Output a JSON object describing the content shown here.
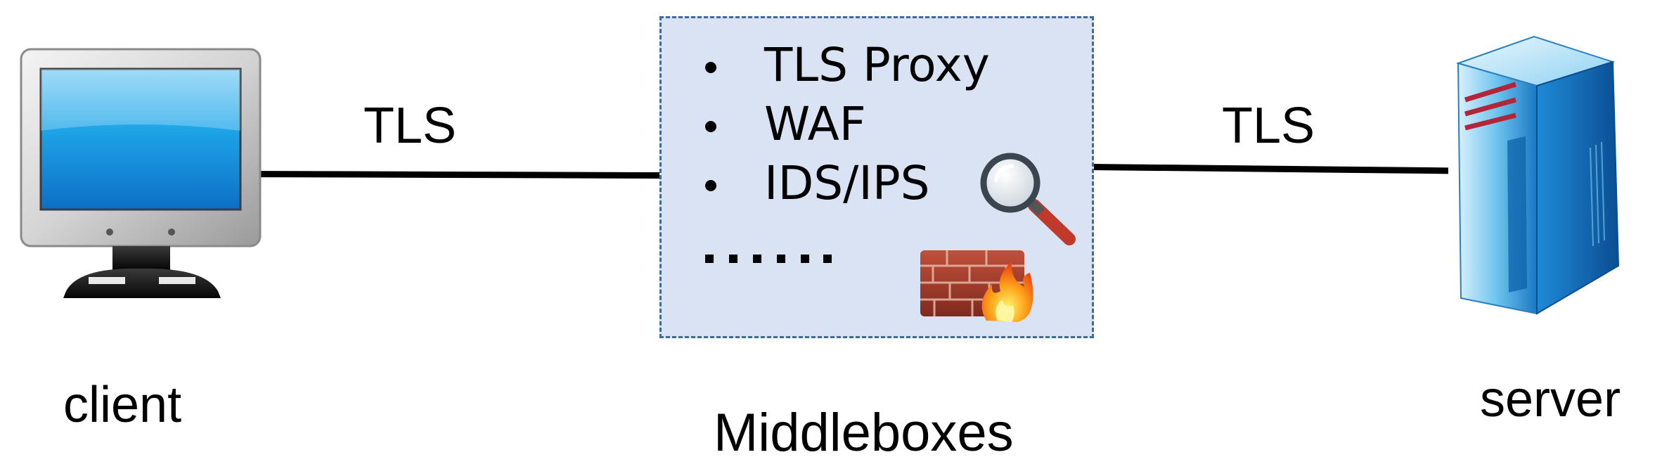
{
  "client": {
    "label": "client",
    "icon": "desktop-monitor-icon"
  },
  "server": {
    "label": "server",
    "icon": "server-tower-icon"
  },
  "links": {
    "left_label": "TLS",
    "right_label": "TLS"
  },
  "middlebox": {
    "caption": "Middleboxes",
    "items": [
      "TLS Proxy",
      "WAF",
      "IDS/IPS"
    ],
    "more_indicator": "......",
    "icons": [
      "magnifier-icon",
      "firewall-icon"
    ],
    "colors": {
      "fill": "#dae3f3",
      "border": "#3e6a9e"
    }
  }
}
